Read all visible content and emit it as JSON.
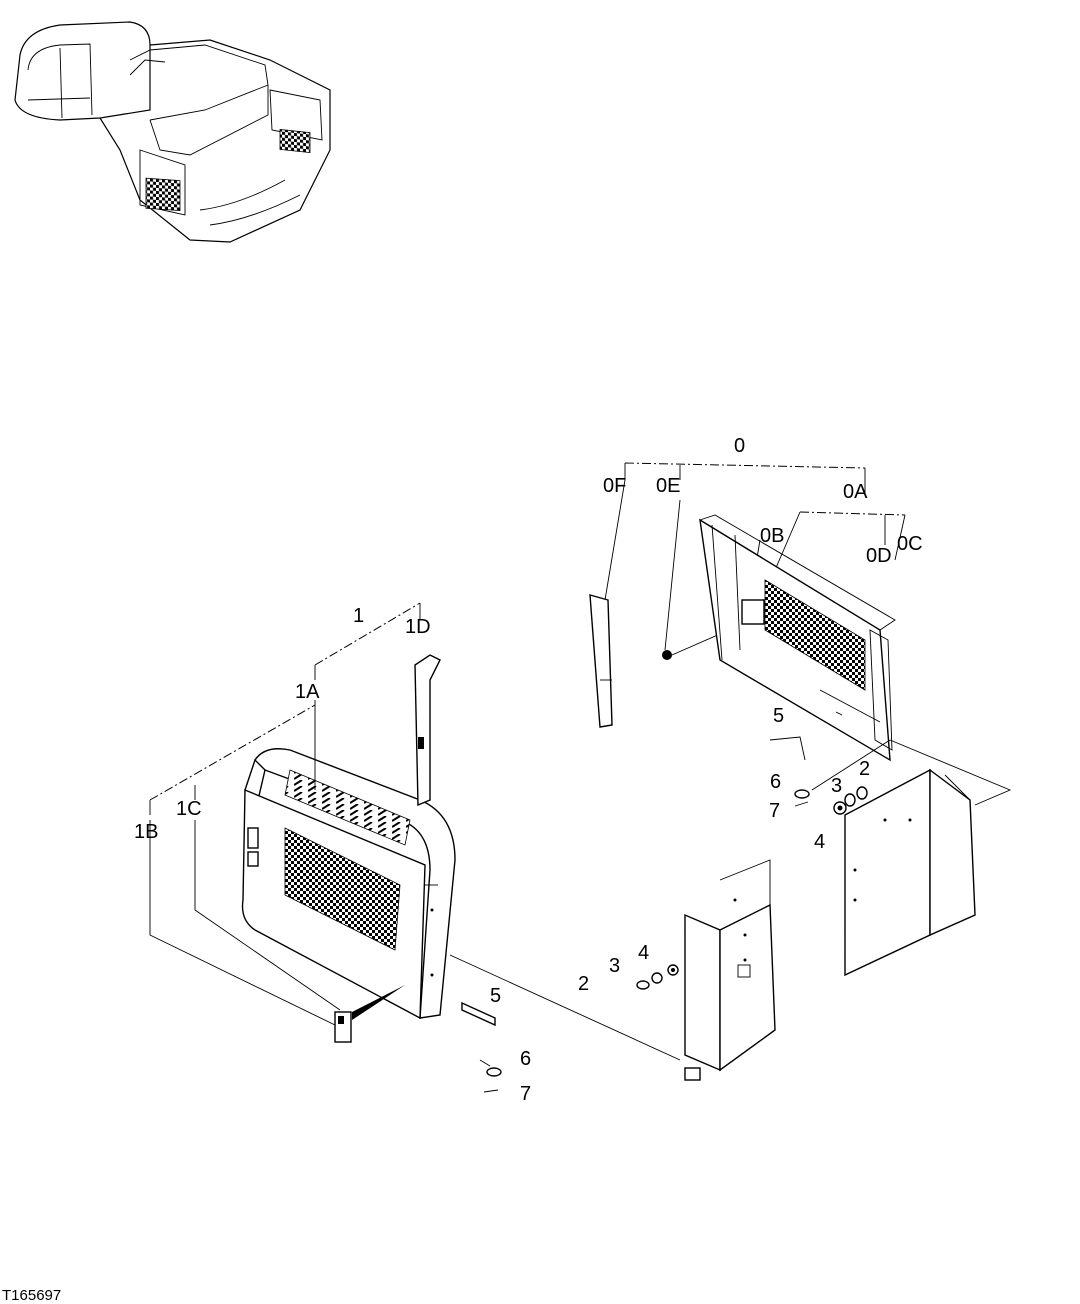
{
  "figure_id": "T165697",
  "callouts": {
    "c0": "0",
    "c0A": "0A",
    "c0B": "0B",
    "c0C": "0C",
    "c0D": "0D",
    "c0E": "0E",
    "c0F": "0F",
    "c1": "1",
    "c1A": "1A",
    "c1B": "1B",
    "c1C": "1C",
    "c1D": "1D",
    "r2": "2",
    "r3": "3",
    "r4": "4",
    "r5": "5",
    "r6": "6",
    "r7": "7",
    "l2": "2",
    "l3": "3",
    "l4": "4",
    "l5": "5",
    "l6": "6",
    "l7": "7"
  }
}
